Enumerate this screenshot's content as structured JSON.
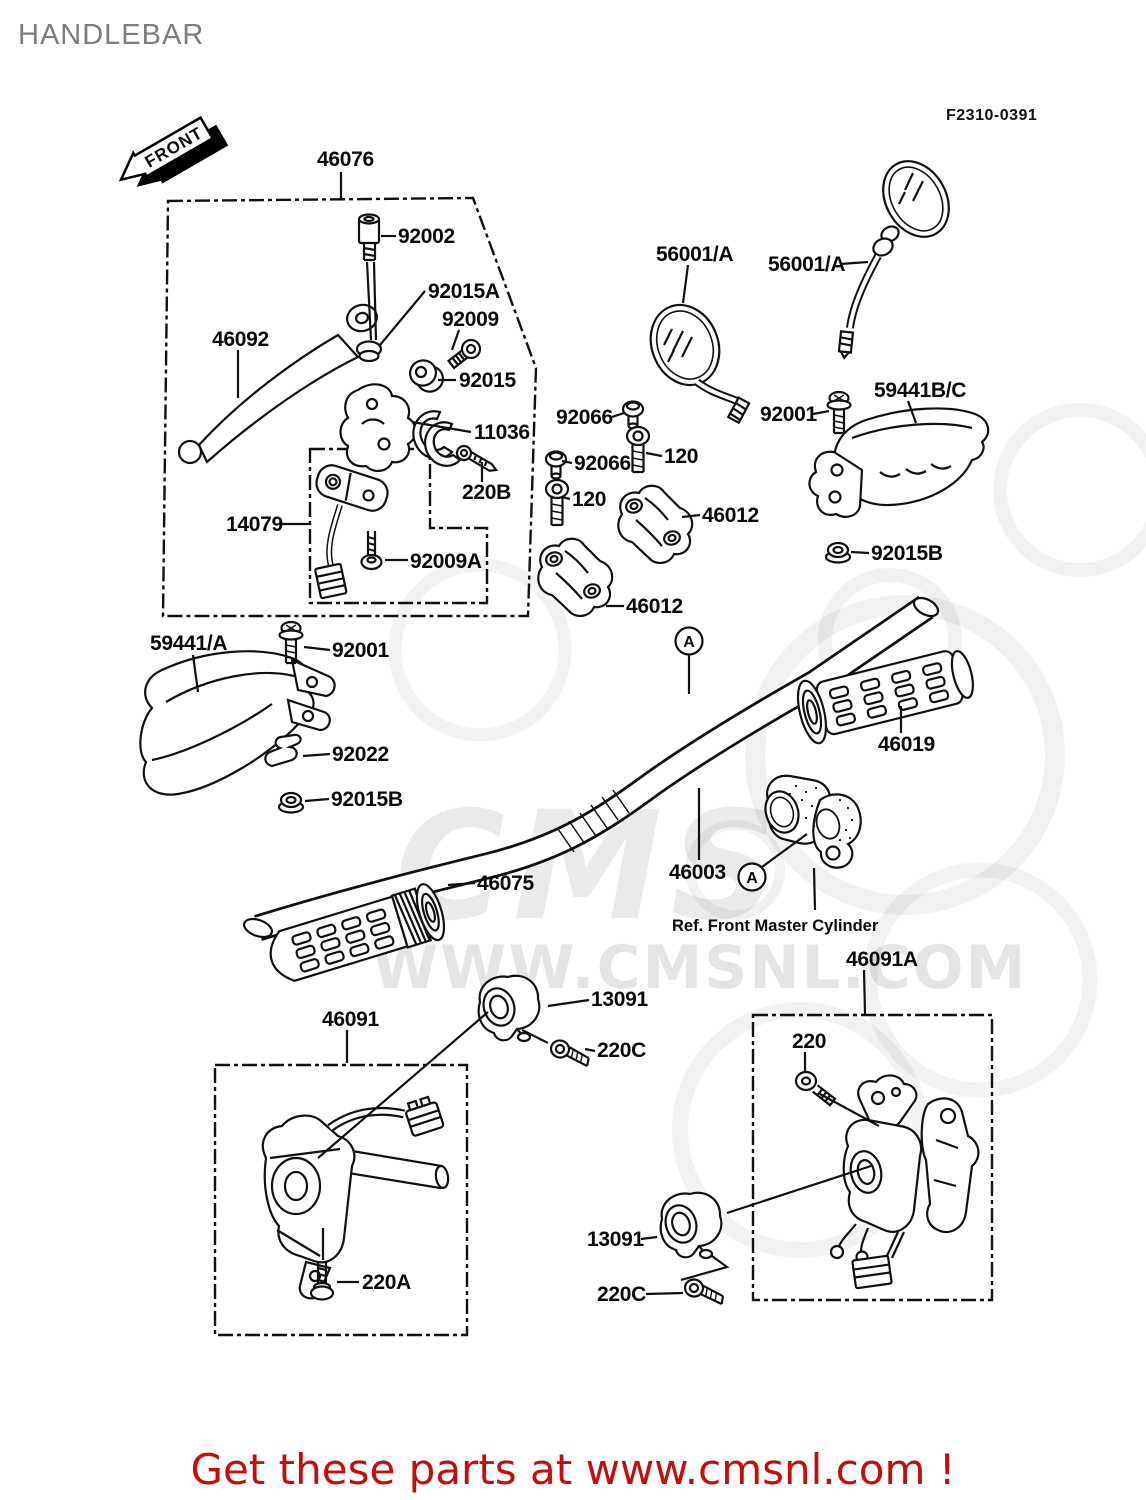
{
  "title": "HANDLEBAR",
  "diagram_code": "F2310-0391",
  "front_marker": "FRONT",
  "section_marker": "A",
  "ref_note": "Ref. Front Master Cylinder",
  "watermark": {
    "logo": "CMS",
    "url": "WWW.CMSNL.COM"
  },
  "footer": {
    "text": "Get these parts at www.cmsnl.com !"
  },
  "colors": {
    "line": "#111111",
    "accent_red": "#c40d0d",
    "title_gray": "#7d7d7d"
  },
  "parts": [
    {
      "label": "46076"
    },
    {
      "label": "92002"
    },
    {
      "label": "92015A"
    },
    {
      "label": "92009"
    },
    {
      "label": "46092"
    },
    {
      "label": "92015"
    },
    {
      "label": "11036"
    },
    {
      "label": "220B"
    },
    {
      "label": "14079"
    },
    {
      "label": "92009A"
    },
    {
      "label": "92066"
    },
    {
      "label": "120"
    },
    {
      "label": "92066"
    },
    {
      "label": "120"
    },
    {
      "label": "46012"
    },
    {
      "label": "46012"
    },
    {
      "label": "56001/A"
    },
    {
      "label": "56001/A"
    },
    {
      "label": "92001"
    },
    {
      "label": "59441B/C"
    },
    {
      "label": "92015B"
    },
    {
      "label": "59441/A"
    },
    {
      "label": "92001"
    },
    {
      "label": "92022"
    },
    {
      "label": "92015B"
    },
    {
      "label": "46019"
    },
    {
      "label": "46075"
    },
    {
      "label": "46003"
    },
    {
      "label": "46091A"
    },
    {
      "label": "220"
    },
    {
      "label": "13091"
    },
    {
      "label": "220C"
    },
    {
      "label": "46091"
    },
    {
      "label": "220A"
    },
    {
      "label": "13091"
    },
    {
      "label": "220C"
    }
  ]
}
